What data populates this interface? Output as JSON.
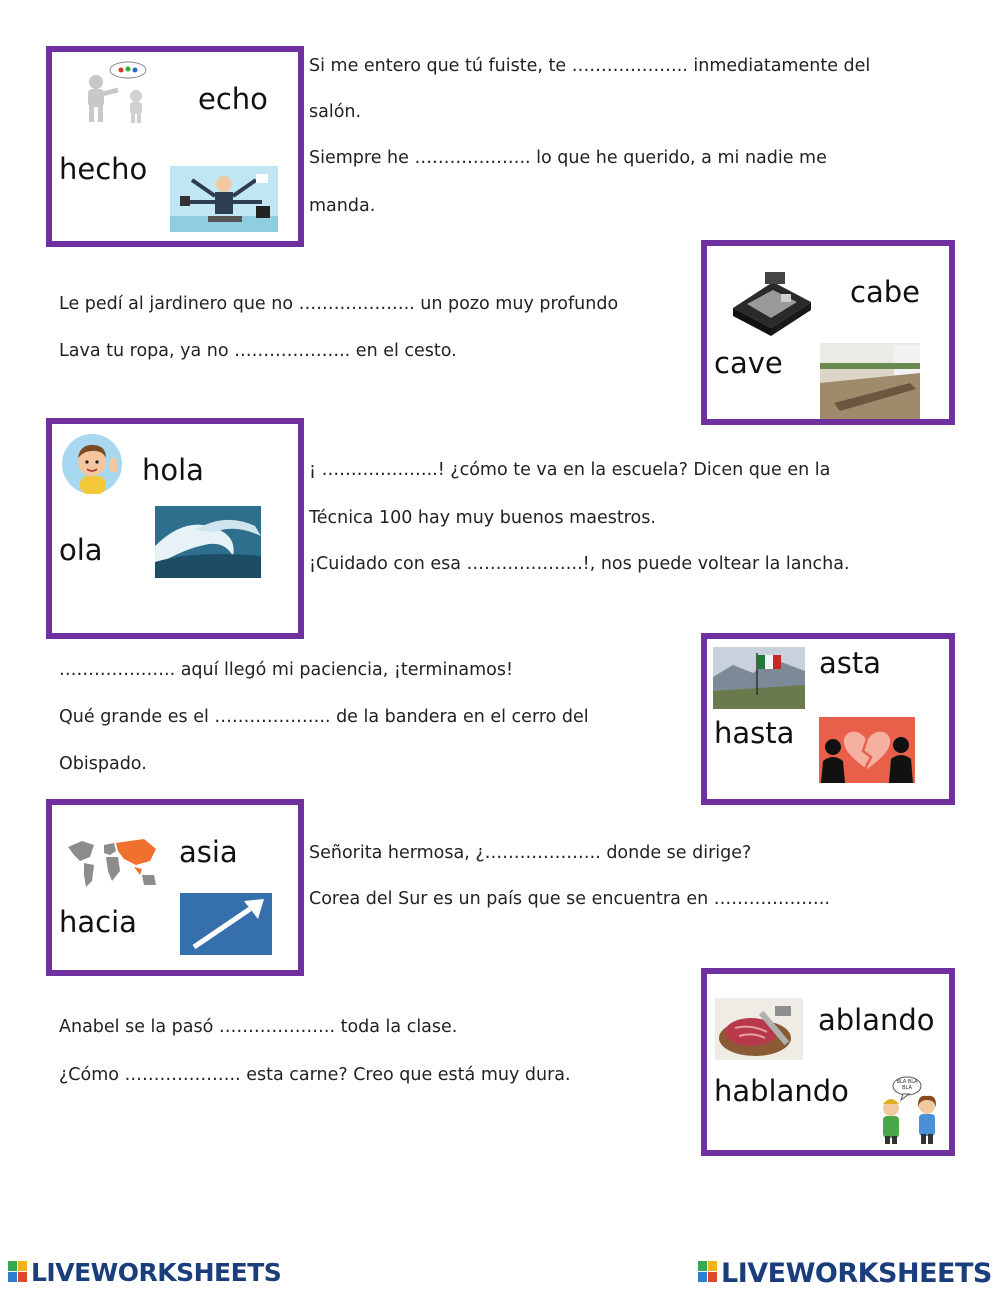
{
  "cards": [
    {
      "id": "echo-hecho",
      "word_top": "echo",
      "word_bottom": "hecho",
      "sentences": [
        "Si me entero que tú fuiste, te ……………….. inmediatamente del",
        "salón.",
        "Siempre he ……………….. lo que he querido, a mi nadie me",
        "manda."
      ]
    },
    {
      "id": "cabe-cave",
      "word_top": "cabe",
      "word_bottom": "cave",
      "sentences": [
        "Le pedí al jardinero que no ……………….. un pozo muy profundo",
        "Lava tu ropa, ya no ……………….. en el cesto."
      ]
    },
    {
      "id": "hola-ola",
      "word_top": "hola",
      "word_bottom": "ola",
      "sentences": [
        "¡ ………………..! ¿cómo te va en la escuela? Dicen que en la",
        "Técnica 100 hay muy buenos maestros.",
        "¡Cuidado con esa ………………..!, nos puede voltear la lancha."
      ]
    },
    {
      "id": "asta-hasta",
      "word_top": "asta",
      "word_bottom": "hasta",
      "sentences": [
        "……………….. aquí llegó mi paciencia, ¡terminamos!",
        "Qué grande es el ………………..  de la bandera en el cerro del",
        "Obispado."
      ]
    },
    {
      "id": "asia-hacia",
      "word_top": "asia",
      "word_bottom": "hacia",
      "sentences": [
        "Señorita hermosa, ¿……………….. donde se dirige?",
        "Corea del Sur es un país que se encuentra en ……………….."
      ]
    },
    {
      "id": "ablando-hablando",
      "word_top": "ablando",
      "word_bottom": "hablando",
      "sentences": [
        "Anabel se la pasó ……………….. toda la clase.",
        "¿Cómo ……………….. esta carne? Creo que está muy dura."
      ],
      "speech_bubble": "BLA BLA BLA"
    }
  ],
  "footer": {
    "brand": "LIVEWORKSHEETS"
  },
  "colors": {
    "card_border": "#7030a0",
    "brand": "#1a3d7c"
  }
}
